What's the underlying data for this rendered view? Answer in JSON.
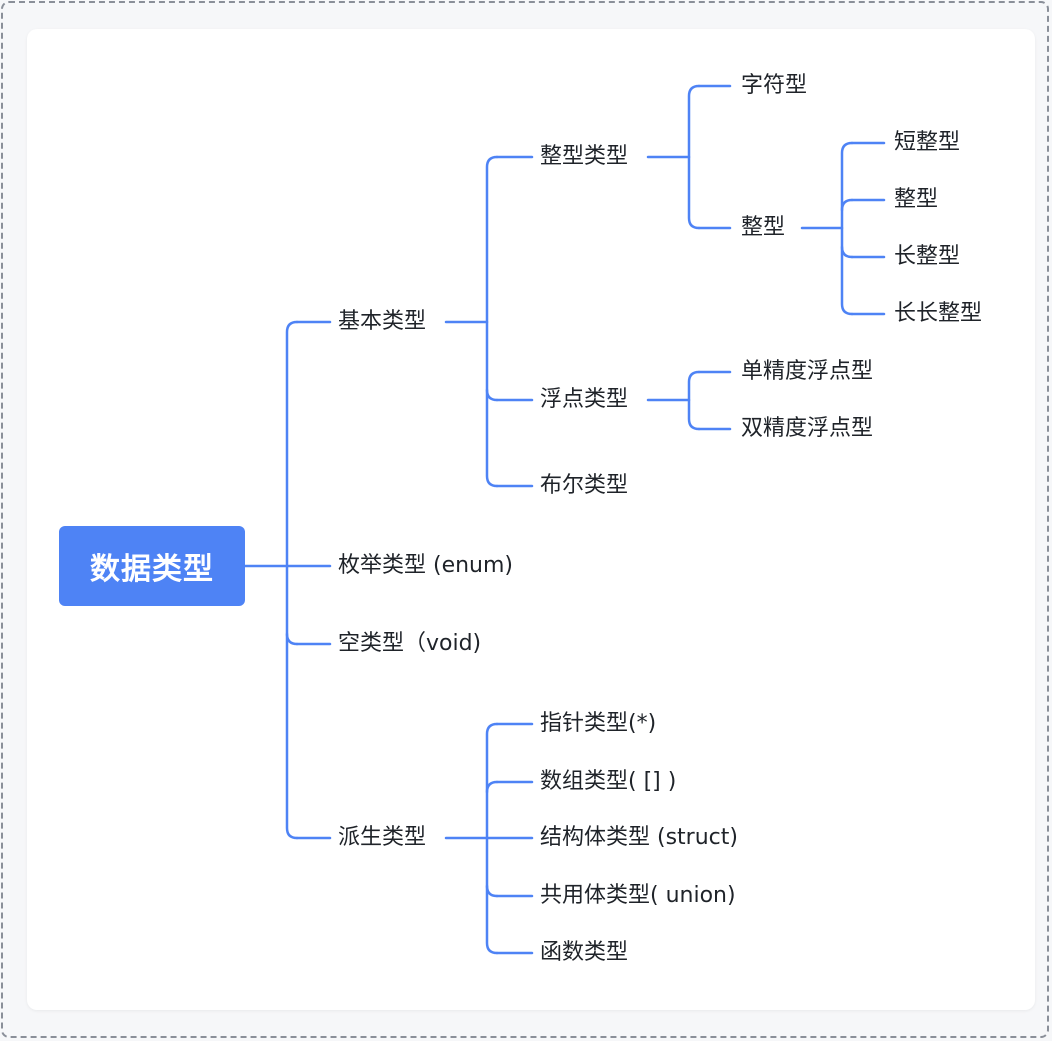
{
  "diagram": {
    "accent_color": "#4e83f5",
    "root": "数据类型",
    "level1": {
      "basic": "基本类型",
      "enum": "枚举类型 (enum)",
      "void": "空类型（void)",
      "derived": "派生类型"
    },
    "basic": {
      "integer": "整型类型",
      "float": "浮点类型",
      "bool": "布尔类型"
    },
    "integer": {
      "char": "字符型",
      "int": "整型"
    },
    "int_kinds": {
      "short": "短整型",
      "int": "整型",
      "long": "长整型",
      "long_long": "长长整型"
    },
    "float_kinds": {
      "single": "单精度浮点型",
      "double": "双精度浮点型"
    },
    "derived": {
      "pointer": "指针类型(*)",
      "array": "数组类型( [] )",
      "struct": "结构体类型 (struct)",
      "union": "共用体类型( union)",
      "function": "函数类型"
    }
  }
}
